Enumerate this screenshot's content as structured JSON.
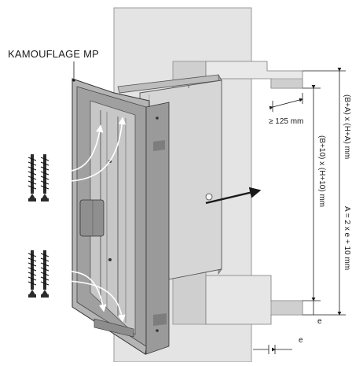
{
  "product_label": "KAMOUFLAGE MP",
  "dimensions": {
    "depth_min": "≥ 125 mm",
    "inner_opening": "(B+10) x (H+10) mm",
    "outer_opening": "(B+A) x (H+A) mm",
    "allowance_formula": "A = 2 x e + 10 mm",
    "gap_vertical": "e",
    "gap_horizontal": "e"
  },
  "colors": {
    "wall": "#e2e2e2",
    "wall_shade": "#c9c9c9",
    "frame": "#a9a9a9",
    "frame_dark": "#6f6f6f",
    "box": "#d2d2d2",
    "line": "#1a1a1a"
  }
}
